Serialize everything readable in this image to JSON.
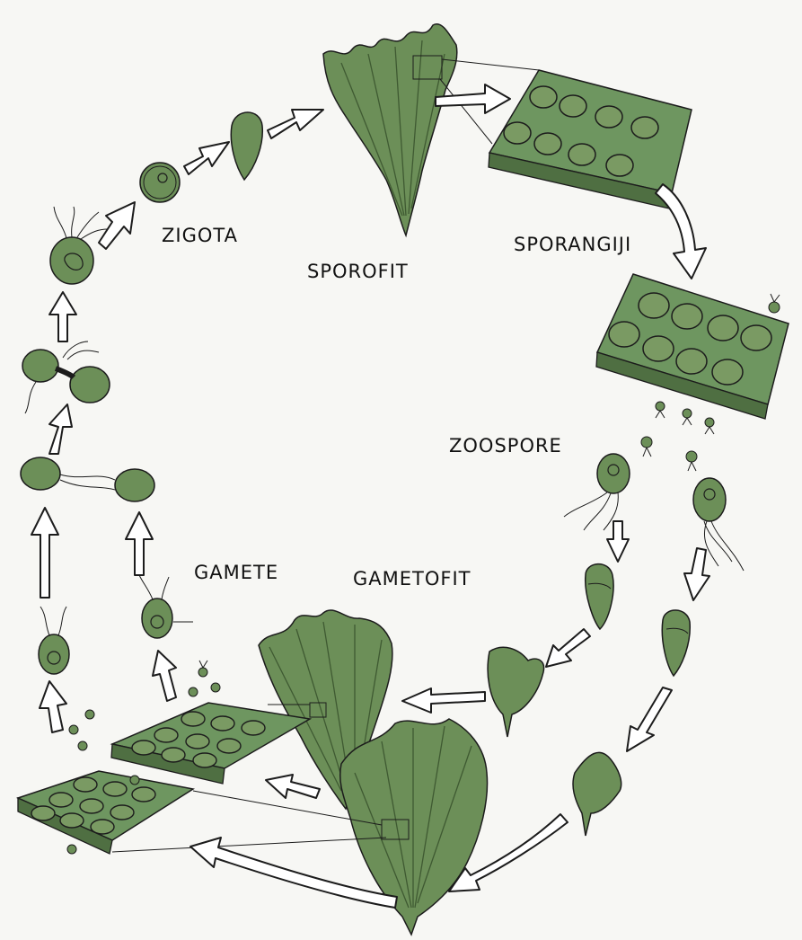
{
  "labels": {
    "zigota": "ZIGOTA",
    "sporofit": "SPOROFIT",
    "sporangiji": "SPORANGIJI",
    "zoospore": "ZOOSPORE",
    "gamete": "GAMETE",
    "gametofit": "GAMETOFIT"
  },
  "colors": {
    "thallus": "#6c8f58",
    "thallus_dark": "#3f5a32",
    "cell": "#7a9a63",
    "tissue": "#6e9660",
    "outline": "#1c1c1c",
    "background": "#f7f7f4"
  }
}
